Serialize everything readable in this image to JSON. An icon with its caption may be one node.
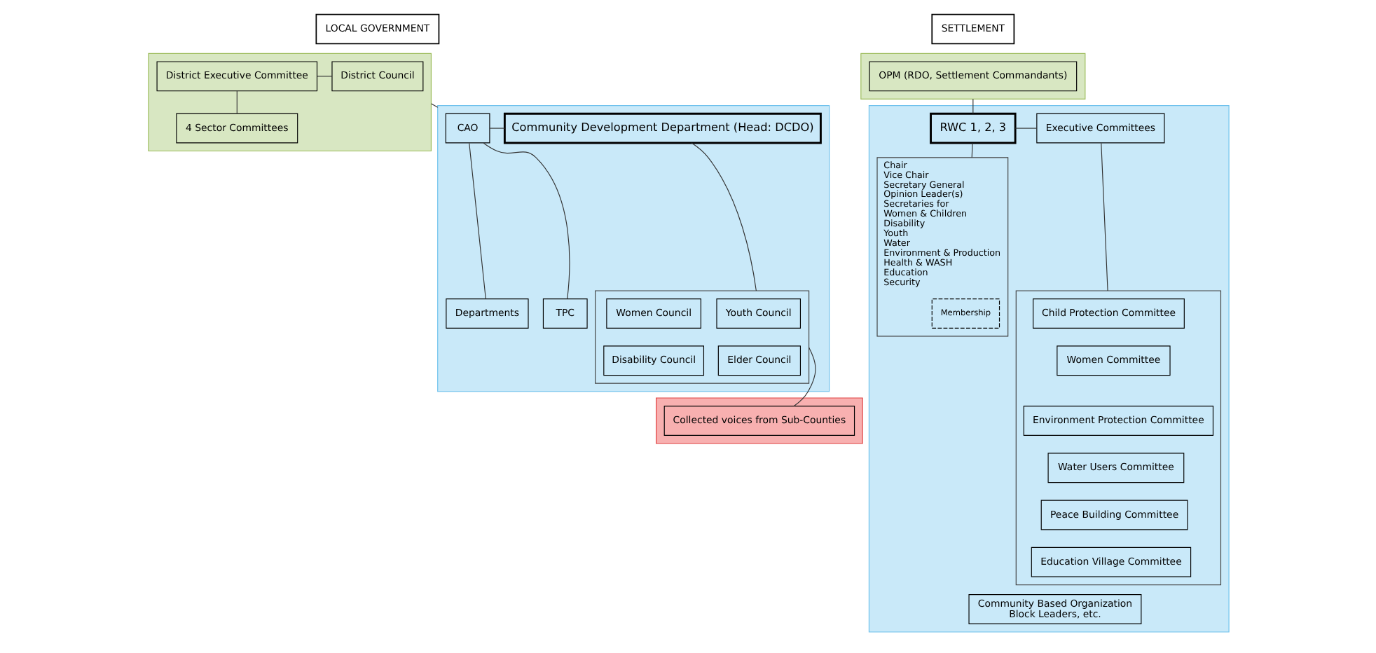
{
  "diagram": {
    "nodes": [
      {
        "text": [
          "LOCAL GOVERNMENT"
        ]
      },
      {
        "text": [
          "SETTLEMENT"
        ]
      },
      {
        "text": [],
        "shape": "box"
      },
      {
        "text": [
          "District Council"
        ],
        "in": 2
      },
      {
        "text": [
          "District Executive Committee"
        ],
        "in": 2
      },
      {
        "text": [
          "4 Sector Committees"
        ],
        "in": 2
      },
      {
        "text": [],
        "shape": "box"
      },
      {
        "text": [
          "CAO"
        ],
        "in": 6
      },
      {
        "text": [
          "Community Development Department (Head: DCDO)"
        ],
        "in": 6
      },
      {
        "text": [
          "Departments"
        ],
        "in": 6
      },
      {
        "text": [
          "TPC"
        ],
        "in": 6
      },
      {
        "text": [],
        "shape": "box",
        "in": 6
      },
      {
        "text": [
          "Youth Council"
        ],
        "in": 11
      },
      {
        "text": [
          "Women Council"
        ],
        "in": 11
      },
      {
        "text": [
          "Elder Council"
        ],
        "in": 11
      },
      {
        "text": [
          "Disability Council"
        ],
        "in": 11
      },
      {
        "text": [],
        "shape": "box"
      },
      {
        "text": [
          "Collected voices from Sub-Counties"
        ],
        "in": 16
      },
      {
        "text": [],
        "shape": "box"
      },
      {
        "text": [
          "OPM (RDO, Settlement Commandants)"
        ],
        "in": 18
      },
      {
        "text": [],
        "shape": "box"
      },
      {
        "text": [
          "RWC 1, 2, 3"
        ],
        "in": 20
      },
      {
        "text": [
          "Executive Committees"
        ],
        "in": 20
      },
      {
        "text": [
          "Chair",
          "Vice Chair",
          "Secretary General",
          "Opinion Leader(s)",
          "Secretaries for",
          "Women & Children",
          "Disability",
          "Youth",
          "Water",
          "Environment & Production",
          "Health & WASH",
          "Education",
          "Security"
        ],
        "in": 20
      },
      {
        "text": [
          "Membership"
        ],
        "in": 23
      },
      {
        "text": [],
        "shape": "box",
        "in": 20
      },
      {
        "text": [
          "Child Protection Committee"
        ],
        "in": 25
      },
      {
        "text": [
          "Women Committee"
        ],
        "in": 25
      },
      {
        "text": [
          "Environment Protection Committee"
        ],
        "in": 25
      },
      {
        "text": [
          "Water Users Committee"
        ],
        "in": 25
      },
      {
        "text": [
          "Peace Building Committee"
        ],
        "in": 25
      },
      {
        "text": [
          "Education Village Committee"
        ],
        "in": 25
      },
      {
        "text": [
          "Community Based Organization",
          "Block Leaders, etc."
        ],
        "in": 20
      }
    ],
    "edges": [
      {
        "from": 3,
        "to": 4,
        "arrow": "none"
      },
      {
        "from": 4,
        "to": 5,
        "arrow": "none"
      },
      {
        "from": 2,
        "to": 6,
        "arrow": "none"
      },
      {
        "from": 7,
        "to": 8,
        "arrow": "none"
      },
      {
        "from": 7,
        "to": 9,
        "arrow": "none"
      },
      {
        "from": 7,
        "to": 10,
        "arrow": "none"
      },
      {
        "from": 8,
        "to": 11,
        "arrow": "none"
      },
      {
        "from": 11,
        "to": 17,
        "arrow": "none"
      },
      {
        "from": 18,
        "to": 21,
        "arrow": "none"
      },
      {
        "from": 21,
        "to": 22,
        "arrow": "none"
      },
      {
        "from": 21,
        "to": 23,
        "arrow": "none"
      },
      {
        "from": 22,
        "to": 25,
        "arrow": "none"
      }
    ]
  }
}
